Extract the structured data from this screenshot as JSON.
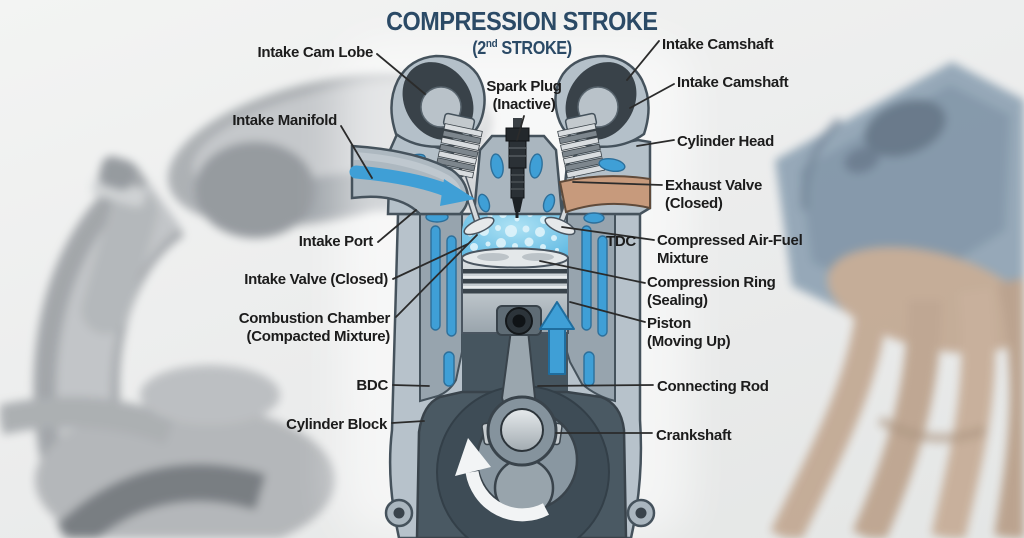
{
  "title": {
    "main": "COMPRESSION STROKE",
    "sub_open": "(2",
    "sub_sup": "nd",
    "sub_rest": " STROKE)"
  },
  "callouts": {
    "intake_cam_lobe": "Intake Cam Lobe",
    "intake_manifold": "Intake Manifold",
    "intake_port": "Intake Port",
    "intake_valve": "Intake Valve (Closed)",
    "combustion_chamber": "Combustion Chamber\n(Compacted Mixture)",
    "bdc": "BDC",
    "cylinder_block": "Cylinder Block",
    "spark_plug": "Spark Plug\n(Inactive)",
    "intake_camshaft_1": "Intake Camshaft",
    "intake_camshaft_2": "Intake Camshaft",
    "cylinder_head": "Cylinder Head",
    "exhaust_valve": "Exhaust Valve\n(Closed)",
    "tdc": "TDC",
    "compressed_mixture": "Compressed Air-Fuel\nMixture",
    "compression_ring": "Compression Ring\n(Sealing)",
    "piston": "Piston\n(Moving Up)",
    "connecting_rod": "Connecting Rod",
    "crankshaft": "Crankshaft"
  },
  "colors": {
    "title_blue": "#2b4a66",
    "label_dark": "#1c1c1c",
    "leader_line": "#2b2b2b",
    "coolant_blue": "#3f9fd6",
    "mixture_blue": "#8ed2ec",
    "head_gray": "#b4c0c9",
    "block_gray": "#97a4ae",
    "casing_gray": "#b7c2cb",
    "exhaust_tan": "#c79a7c",
    "crankcase_dark": "#45545e",
    "piston_silver": "#d9dee1",
    "rotation_arrow": "#f2f4f5",
    "background": "#ececec",
    "bg_metal": "#b3b6b9",
    "bg_valve_cover": "#8fa3b4",
    "bg_headers": "#c2a892"
  }
}
